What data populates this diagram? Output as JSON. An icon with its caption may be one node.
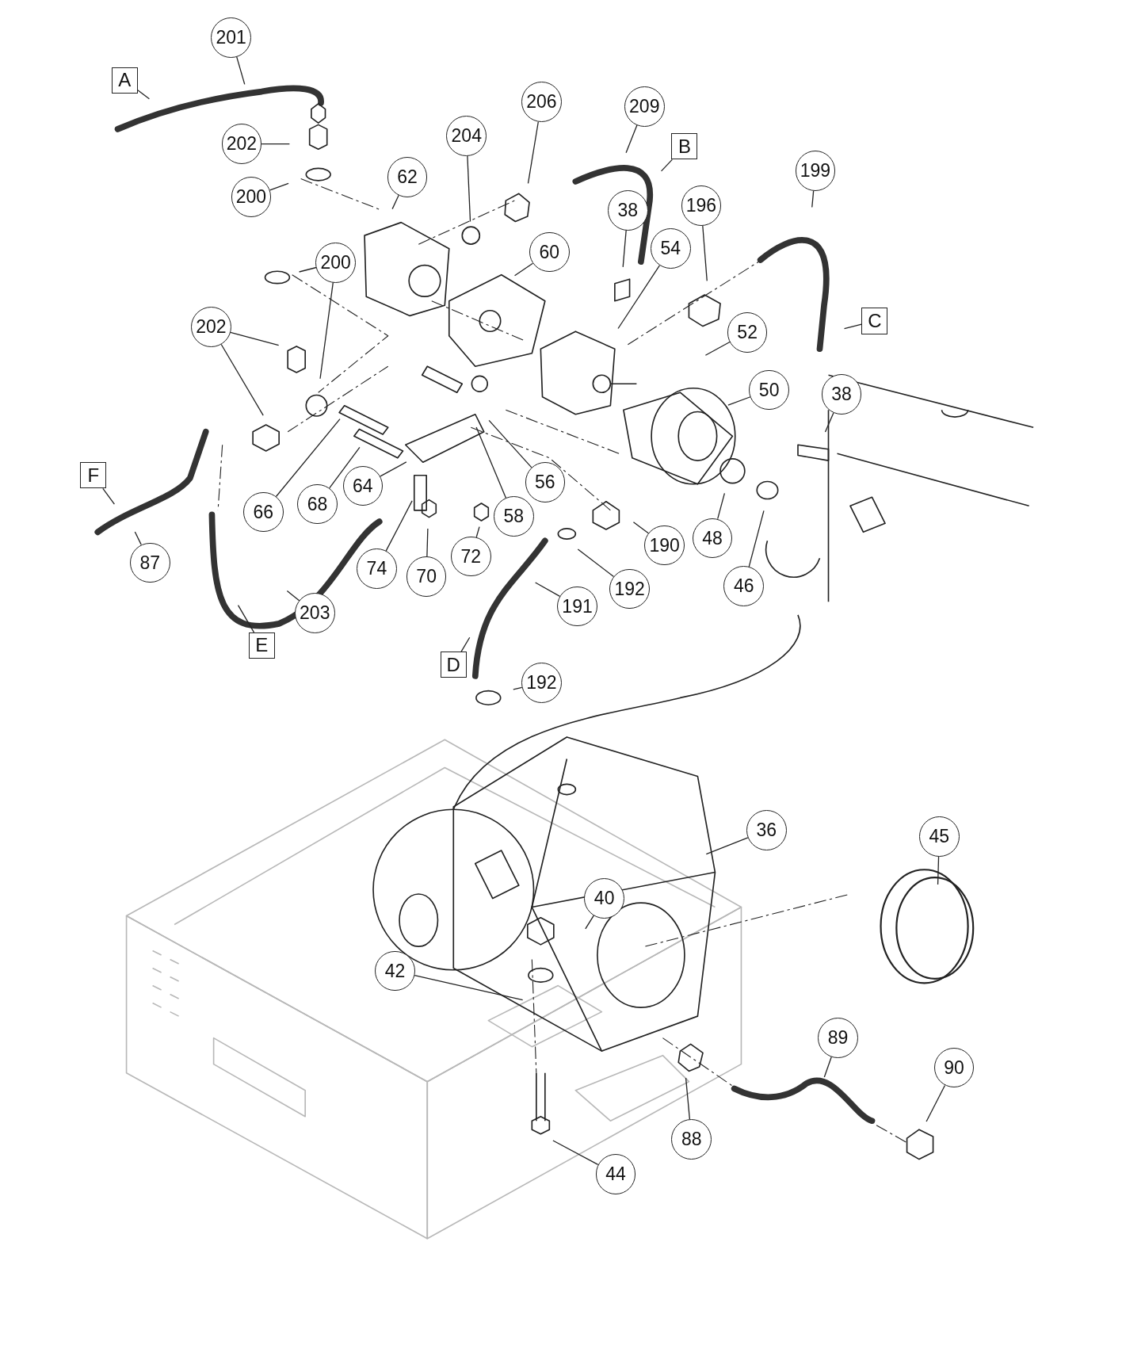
{
  "diagram": {
    "nodes": [
      {
        "text": [
          "201"
        ]
      },
      {
        "text": [
          "A"
        ]
      },
      {
        "text": [
          "202"
        ]
      },
      {
        "text": [
          "200"
        ]
      },
      {
        "text": [
          "204"
        ]
      },
      {
        "text": [
          "206"
        ]
      },
      {
        "text": [
          "209"
        ]
      },
      {
        "text": [
          "B"
        ]
      },
      {
        "text": [
          "62"
        ]
      },
      {
        "text": [
          "38"
        ]
      },
      {
        "text": [
          "196"
        ]
      },
      {
        "text": [
          "199"
        ]
      },
      {
        "text": [
          "60"
        ]
      },
      {
        "text": [
          "54"
        ]
      },
      {
        "text": [
          "200"
        ]
      },
      {
        "text": [
          "C"
        ]
      },
      {
        "text": [
          "52"
        ]
      },
      {
        "text": [
          "202"
        ]
      },
      {
        "text": [
          "50"
        ]
      },
      {
        "text": [
          "38"
        ]
      },
      {
        "text": [
          "F"
        ]
      },
      {
        "text": [
          "66"
        ]
      },
      {
        "text": [
          "68"
        ]
      },
      {
        "text": [
          "64"
        ]
      },
      {
        "text": [
          "56"
        ]
      },
      {
        "text": [
          "58"
        ]
      },
      {
        "text": [
          "74"
        ]
      },
      {
        "text": [
          "70"
        ]
      },
      {
        "text": [
          "72"
        ]
      },
      {
        "text": [
          "190"
        ]
      },
      {
        "text": [
          "48"
        ]
      },
      {
        "text": [
          "46"
        ]
      },
      {
        "text": [
          "87"
        ]
      },
      {
        "text": [
          "203"
        ]
      },
      {
        "text": [
          "E"
        ]
      },
      {
        "text": [
          "191"
        ]
      },
      {
        "text": [
          "192"
        ]
      },
      {
        "text": [
          "D"
        ]
      },
      {
        "text": [
          "192"
        ]
      },
      {
        "text": [
          "36"
        ]
      },
      {
        "text": [
          "45"
        ]
      },
      {
        "text": [
          "40"
        ]
      },
      {
        "text": [
          "42"
        ]
      },
      {
        "text": [
          "89"
        ]
      },
      {
        "text": [
          "90"
        ]
      },
      {
        "text": [
          "88"
        ]
      },
      {
        "text": [
          "44"
        ]
      }
    ],
    "edges": [
      {
        "from": 0,
        "to": null,
        "arrow": "none"
      },
      {
        "from": 1,
        "to": null,
        "arrow": "none"
      },
      {
        "from": 2,
        "to": null,
        "arrow": "none"
      },
      {
        "from": 3,
        "to": null,
        "arrow": "none"
      },
      {
        "from": 4,
        "to": null,
        "arrow": "none"
      },
      {
        "from": 5,
        "to": null,
        "arrow": "none"
      },
      {
        "from": 6,
        "to": null,
        "arrow": "none"
      },
      {
        "from": 7,
        "to": null,
        "arrow": "none"
      },
      {
        "from": 8,
        "to": null,
        "arrow": "none"
      },
      {
        "from": 9,
        "to": null,
        "arrow": "none"
      },
      {
        "from": 10,
        "to": null,
        "arrow": "none"
      },
      {
        "from": 11,
        "to": null,
        "arrow": "none"
      },
      {
        "from": 12,
        "to": null,
        "arrow": "none"
      },
      {
        "from": 13,
        "to": null,
        "arrow": "none"
      },
      {
        "from": 14,
        "to": null,
        "arrow": "none"
      },
      {
        "from": 14,
        "to": null,
        "arrow": "none"
      },
      {
        "from": 15,
        "to": null,
        "arrow": "none"
      },
      {
        "from": 16,
        "to": null,
        "arrow": "none"
      },
      {
        "from": 17,
        "to": null,
        "arrow": "none"
      },
      {
        "from": 17,
        "to": null,
        "arrow": "none"
      },
      {
        "from": 18,
        "to": null,
        "arrow": "none"
      },
      {
        "from": 19,
        "to": null,
        "arrow": "none"
      },
      {
        "from": 20,
        "to": null,
        "arrow": "none"
      },
      {
        "from": 21,
        "to": null,
        "arrow": "none"
      },
      {
        "from": 22,
        "to": null,
        "arrow": "none"
      },
      {
        "from": 23,
        "to": null,
        "arrow": "none"
      },
      {
        "from": 24,
        "to": null,
        "arrow": "none"
      },
      {
        "from": 25,
        "to": null,
        "arrow": "none"
      },
      {
        "from": 26,
        "to": null,
        "arrow": "none"
      },
      {
        "from": 27,
        "to": null,
        "arrow": "none"
      },
      {
        "from": 28,
        "to": null,
        "arrow": "none"
      },
      {
        "from": 29,
        "to": null,
        "arrow": "none"
      },
      {
        "from": 30,
        "to": null,
        "arrow": "none"
      },
      {
        "from": 31,
        "to": null,
        "arrow": "none"
      },
      {
        "from": 32,
        "to": null,
        "arrow": "none"
      },
      {
        "from": 33,
        "to": null,
        "arrow": "none"
      },
      {
        "from": 34,
        "to": null,
        "arrow": "none"
      },
      {
        "from": 35,
        "to": null,
        "arrow": "none"
      },
      {
        "from": 36,
        "to": null,
        "arrow": "none"
      },
      {
        "from": 37,
        "to": null,
        "arrow": "none"
      },
      {
        "from": 38,
        "to": null,
        "arrow": "none"
      },
      {
        "from": 39,
        "to": null,
        "arrow": "none"
      },
      {
        "from": 40,
        "to": null,
        "arrow": "none"
      },
      {
        "from": 41,
        "to": null,
        "arrow": "none"
      },
      {
        "from": 42,
        "to": null,
        "arrow": "none"
      },
      {
        "from": 43,
        "to": null,
        "arrow": "none"
      },
      {
        "from": 44,
        "to": null,
        "arrow": "none"
      },
      {
        "from": 45,
        "to": null,
        "arrow": "none"
      },
      {
        "from": 46,
        "to": null,
        "arrow": "none"
      }
    ]
  }
}
